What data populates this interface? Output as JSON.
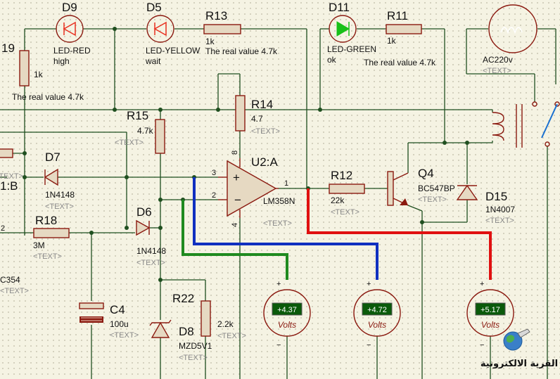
{
  "colors": {
    "wire": "#1f4f1f",
    "part": "#8b1a10",
    "part_fill": "#e6d9c2",
    "probe_green": "#1f8a1f",
    "probe_blue": "#1030c0",
    "probe_red": "#e01010",
    "led_red": "#c01010",
    "led_green": "#0a8a0a",
    "lcd_bg": "#0a5a0a"
  },
  "leds": [
    {
      "ref": "D9",
      "type": "LED-RED",
      "note": "high"
    },
    {
      "ref": "D5",
      "type": "LED-YELLOW",
      "note": "wait"
    },
    {
      "ref": "D11",
      "type": "LED-GREEN",
      "note": "ok"
    }
  ],
  "resistors": [
    {
      "ref": "19",
      "value": "1k",
      "note": "The real value 4.7k"
    },
    {
      "ref": "R13",
      "value": "1k",
      "note": "The real value 4.7k"
    },
    {
      "ref": "R11",
      "value": "1k",
      "note": "The real value 4.7k"
    },
    {
      "ref": "R14",
      "value": "4.7",
      "text": "<TEXT>"
    },
    {
      "ref": "R15",
      "value": "4.7k",
      "text": "<TEXT>"
    },
    {
      "ref": "R12",
      "value": "22k",
      "text": "<TEXT>"
    },
    {
      "ref": "R18",
      "value": "3M",
      "text": "<TEXT>"
    },
    {
      "ref": "R22",
      "value": "2.2k",
      "text": "<TEXT>"
    }
  ],
  "lamp": {
    "value": "AC220v",
    "text": "<TEXT>"
  },
  "opamp": {
    "ref": "U2:A",
    "type": "LM358N",
    "text": "<TEXT>",
    "pin_plus": "3",
    "pin_minus": "2",
    "pin_out": "1",
    "pin_vcc": "8",
    "pin_gnd": "4"
  },
  "transistor": {
    "ref": "Q4",
    "type": "BC547BP",
    "text": "<TEXT>"
  },
  "diodes": [
    {
      "ref": "D7",
      "type": "1N4148",
      "text": "<TEXT>"
    },
    {
      "ref": "D6",
      "type": "1N4148",
      "text": "<TEXT>"
    },
    {
      "ref": "D15",
      "type": "1N4007",
      "text": "<TEXT>"
    },
    {
      "ref": "D8",
      "type": "MZD5V1",
      "text": "<TEXT>"
    }
  ],
  "capacitor": {
    "ref": "C4",
    "value": "100u",
    "text": "<TEXT>"
  },
  "edge_labels": {
    "left_label": "1:B",
    "left_pin": "2",
    "left_part": "C354",
    "left_text": "<TEXT>",
    "left_text2": "<TEXT>"
  },
  "voltmeters": [
    {
      "reading": "+4.37",
      "unit": "Volts",
      "plus": "+",
      "minus": "−"
    },
    {
      "reading": "+4.72",
      "unit": "Volts",
      "plus": "+",
      "minus": "−"
    },
    {
      "reading": "+5.17",
      "unit": "Volts",
      "plus": "+",
      "minus": "−"
    }
  ],
  "watermark": {
    "text": "القرية الالكترونية"
  }
}
